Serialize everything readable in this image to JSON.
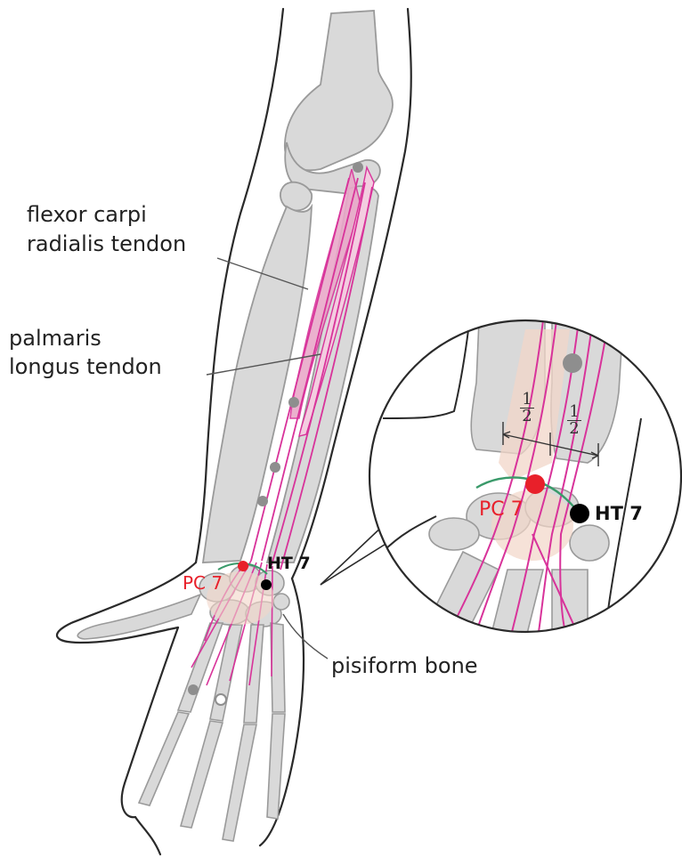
{
  "labels": {
    "fcr_line1": "flexor carpi",
    "fcr_line2": "radialis tendon",
    "pl_line1": "palmaris",
    "pl_line2": "longus tendon",
    "pisiform": "pisiform bone"
  },
  "points": {
    "pc7": "PC 7",
    "ht7": "HT 7",
    "pc7_zoom": "PC 7",
    "ht7_zoom": "HT 7"
  },
  "fraction": {
    "numerator": "1",
    "denominator": "2"
  },
  "colors": {
    "outline": "#2a2a2a",
    "bone": "#d9d9d9",
    "bone_stroke": "#9a9a9a",
    "tendon": "#d8339a",
    "muscle_fill": "#e9a9c9",
    "pc7": "#e8202a",
    "ht7": "#000000",
    "crease": "#3a9a6a",
    "skin": "#f2d6c8"
  }
}
